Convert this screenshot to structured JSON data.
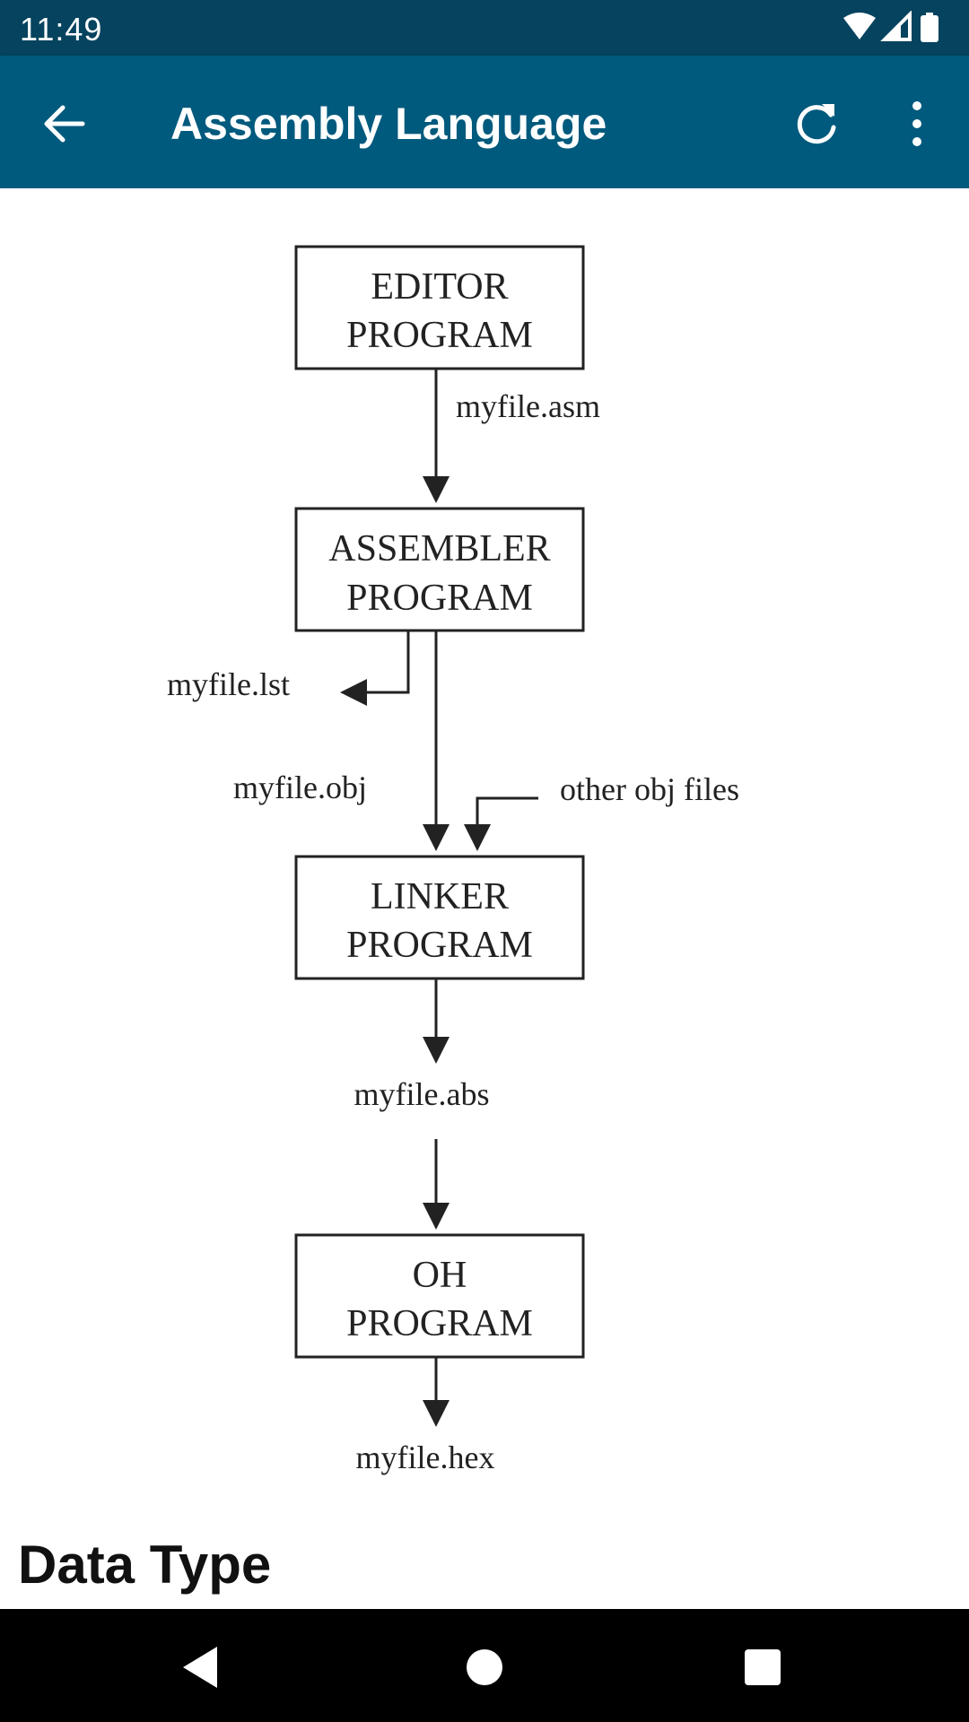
{
  "status_bar": {
    "time": "11:49",
    "icons": [
      "wifi-icon",
      "cell-signal-icon",
      "battery-icon"
    ]
  },
  "app_bar": {
    "title": "Assembly Language",
    "back_icon": "arrow-left-icon",
    "refresh_icon": "refresh-icon",
    "more_icon": "more-vert-icon",
    "color": "#005a7d"
  },
  "diagram": {
    "boxes": {
      "editor": [
        "EDITOR",
        "PROGRAM"
      ],
      "assembler": [
        "ASSEMBLER",
        "PROGRAM"
      ],
      "linker": [
        "LINKER",
        "PROGRAM"
      ],
      "oh": [
        "OH",
        "PROGRAM"
      ]
    },
    "labels": {
      "asm": "myfile.asm",
      "lst": "myfile.lst",
      "obj": "myfile.obj",
      "other_obj": "other obj files",
      "abs": "myfile.abs",
      "hex": "myfile.hex"
    }
  },
  "section": {
    "heading": "Data Type"
  },
  "nav_bar": {
    "icons": [
      "back-triangle-icon",
      "home-circle-icon",
      "recents-square-icon"
    ]
  }
}
